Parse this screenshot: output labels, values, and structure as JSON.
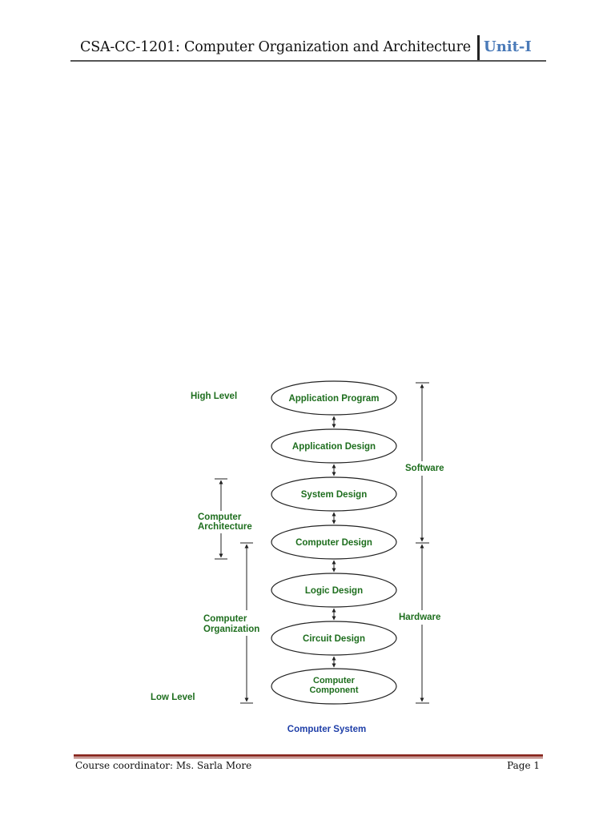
{
  "header": {
    "title": "CSA-CC-1201: Computer Organization and Architecture",
    "unit": "Unit-I"
  },
  "diagram": {
    "levels": [
      "Application Program",
      "Application Design",
      "System Design",
      "Computer Design",
      "Logic Design",
      "Circuit Design",
      "Computer Component"
    ],
    "labels": {
      "high_level": "High Level",
      "low_level": "Low Level",
      "architecture_line1": "Computer",
      "architecture_line2": "Architecture",
      "organization_line1": "Computer",
      "organization_line2": "Organization",
      "software": "Software",
      "hardware": "Hardware"
    },
    "caption": "Computer System",
    "colors": {
      "label_green": "#1e6e1e",
      "caption_blue": "#1f3fa8"
    }
  },
  "footer": {
    "coordinator": "Course coordinator: Ms. Sarla More",
    "page": "Page 1"
  }
}
